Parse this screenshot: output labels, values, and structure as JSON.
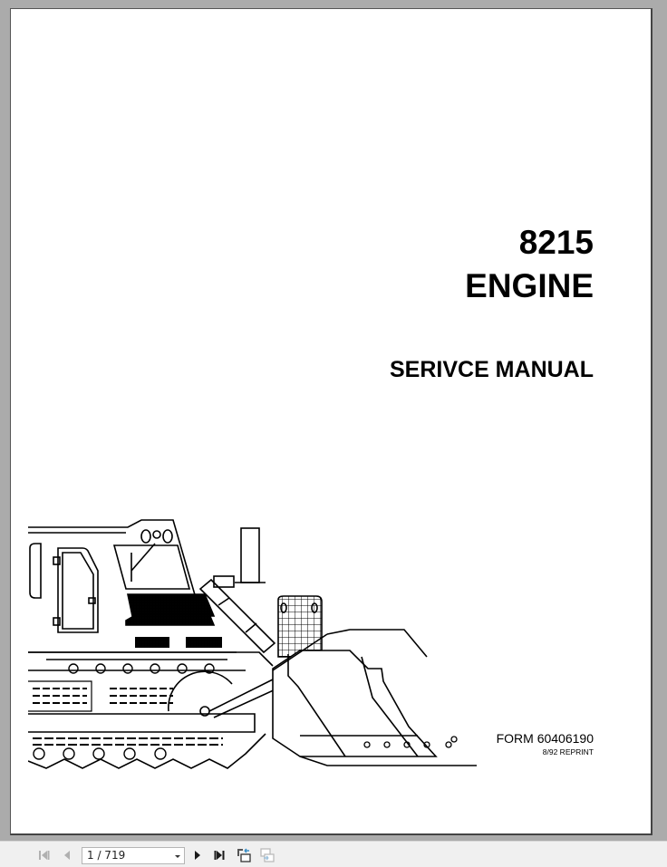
{
  "document": {
    "model_number": "8215",
    "title": "ENGINE",
    "subtitle": "SERIVCE MANUAL",
    "form_number": "FORM 60406190",
    "reprint_note": "8/92 REPRINT",
    "illustration": "crawler-dozer-line-drawing"
  },
  "toolbar": {
    "first_page_icon": "first-page-icon",
    "prev_page_icon": "previous-page-icon",
    "page_selector_value": "1 / 719",
    "current_page": 1,
    "total_pages": 719,
    "next_page_icon": "next-page-icon",
    "last_page_icon": "last-page-icon",
    "go_back_view_icon": "previous-view-icon",
    "go_forward_view_icon": "next-view-icon"
  },
  "colors": {
    "viewer_background": "#ababab",
    "page_background": "#ffffff",
    "toolbar_background": "#f0f0f0",
    "icon_active": "#1a1a1a",
    "icon_disabled": "#b0b0b0",
    "icon_accent": "#3a8fc8"
  }
}
